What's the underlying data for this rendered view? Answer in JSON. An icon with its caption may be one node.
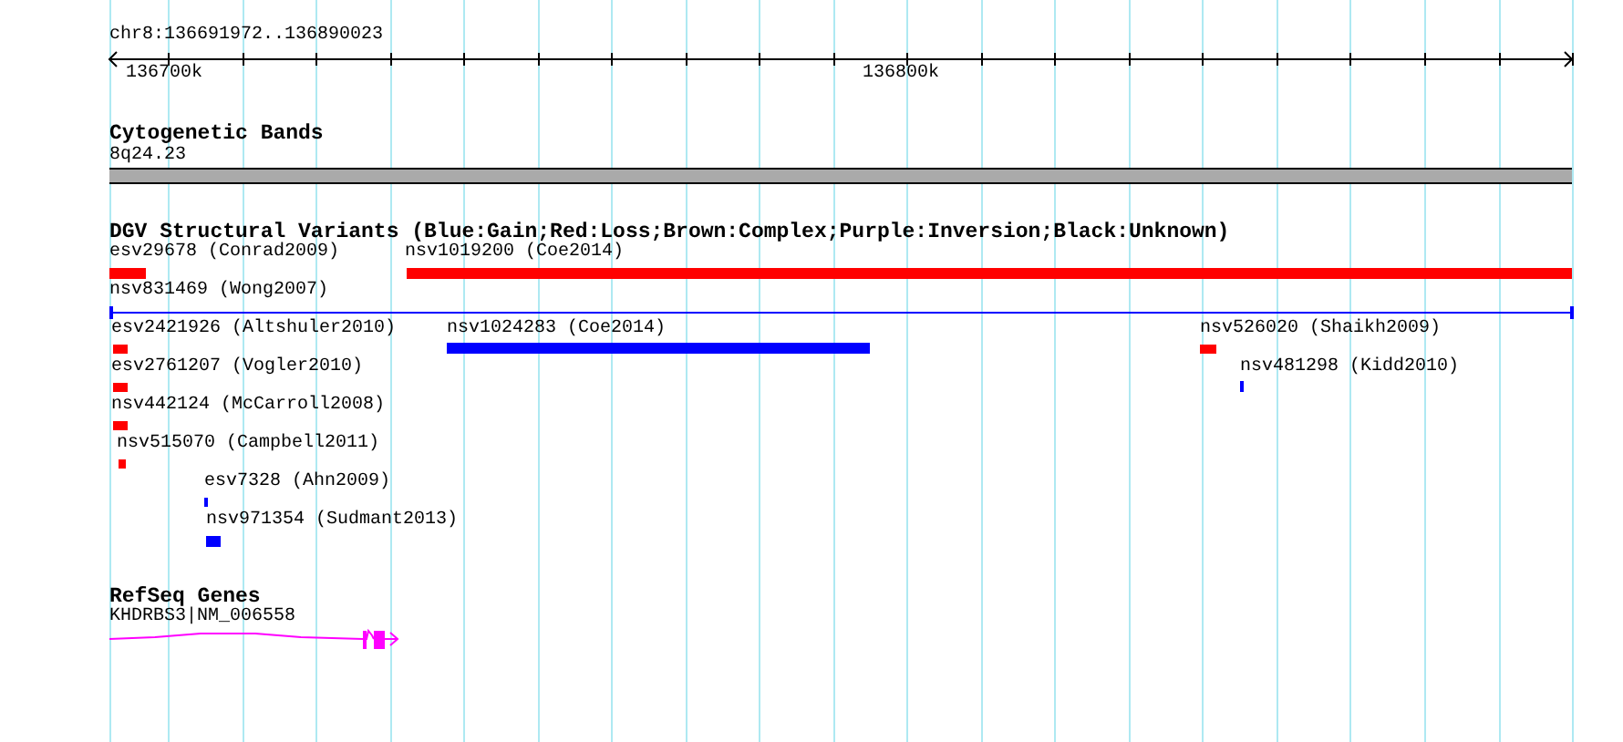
{
  "diagram": {
    "nodes": [
      {
        "text": [
          "esv29678 (Conrad2009)"
        ]
      },
      {
        "text": [
          "nsv1019200 (Coe2014)"
        ]
      },
      {
        "text": [
          "nsv831469 (Wong2007)"
        ]
      },
      {
        "text": [
          "esv2421926 (Altshuler2010)"
        ]
      },
      {
        "text": [
          "nsv1024283 (Coe2014)"
        ]
      },
      {
        "text": [
          "nsv526020 (Shaikh2009)"
        ]
      },
      {
        "text": [
          "esv2761207 (Vogler2010)"
        ]
      },
      {
        "text": [
          "nsv481298 (Kidd2010)"
        ]
      },
      {
        "text": [
          "nsv442124 (McCarroll2008)"
        ]
      },
      {
        "text": [
          "nsv515070 (Campbell2011)"
        ]
      },
      {
        "text": [
          "esv7328 (Ahn2009)"
        ]
      },
      {
        "text": [
          "nsv971354 (Sudmant2013)"
        ]
      },
      {
        "text": [
          "KHDRBS3|NM_006558"
        ]
      }
    ],
    "labels": [
      "chr8:136691972..136890023",
      "136700k",
      "136800k",
      "Cytogenetic Bands",
      "8q24.23",
      "DGV Structural Variants (Blue:Gain;Red:Loss;Brown:Complex;Purple:Inversion;Black:Unknown)",
      "RefSeq Genes"
    ]
  }
}
